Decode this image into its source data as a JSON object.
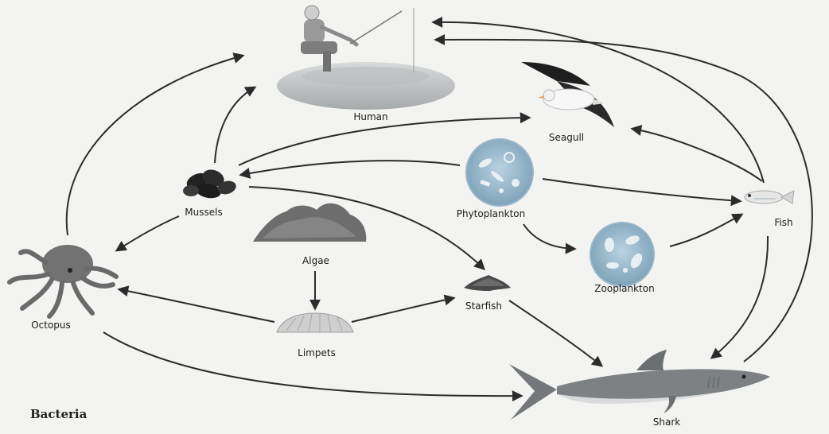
{
  "organisms": {
    "human": "Human",
    "seagull": "Seagull",
    "mussels": "Mussels",
    "phytoplankton": "Phytoplankton",
    "fish": "Fish",
    "algae": "Algae",
    "octopus": "Octopus",
    "zooplankton": "Zooplankton",
    "starfish": "Starfish",
    "limpets": "Limpets",
    "shark": "Shark"
  },
  "footer_label": "Bacteria",
  "links": [
    {
      "from": "Mussels",
      "to": "Human"
    },
    {
      "from": "Octopus",
      "to": "Human"
    },
    {
      "from": "Fish",
      "to": "Human"
    },
    {
      "from": "Shark",
      "to": "Human"
    },
    {
      "from": "Mussels",
      "to": "Seagull"
    },
    {
      "from": "Fish",
      "to": "Seagull"
    },
    {
      "from": "Phytoplankton",
      "to": "Mussels"
    },
    {
      "from": "Phytoplankton",
      "to": "Fish"
    },
    {
      "from": "Phytoplankton",
      "to": "Zooplankton"
    },
    {
      "from": "Zooplankton",
      "to": "Fish"
    },
    {
      "from": "Mussels",
      "to": "Octopus"
    },
    {
      "from": "Mussels",
      "to": "Starfish"
    },
    {
      "from": "Algae",
      "to": "Limpets"
    },
    {
      "from": "Limpets",
      "to": "Octopus"
    },
    {
      "from": "Limpets",
      "to": "Starfish"
    },
    {
      "from": "Starfish",
      "to": "Shark"
    },
    {
      "from": "Fish",
      "to": "Shark"
    },
    {
      "from": "Octopus",
      "to": "Shark"
    }
  ],
  "colors": {
    "arrow": "#2b2b2b",
    "background": "#f3f3f1",
    "plankton_cell": "#8fb3c8",
    "algae": "#6d6d6d",
    "shark": "#7d8184"
  }
}
